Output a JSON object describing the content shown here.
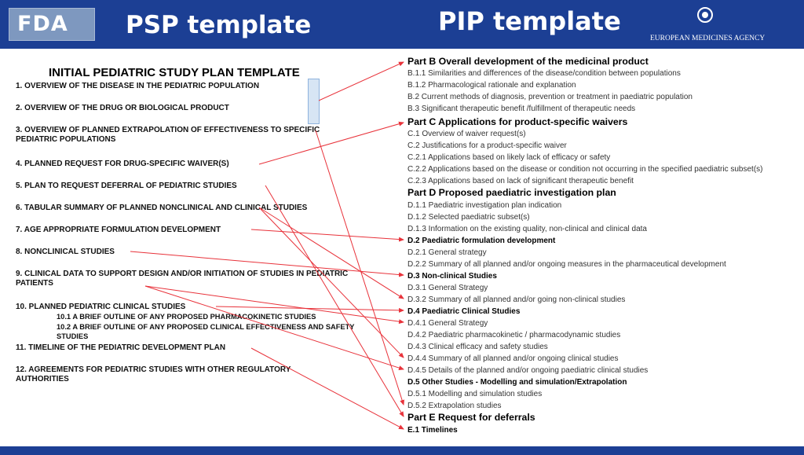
{
  "banner": {
    "fda_logo_text": "FDA",
    "psp_title": "PSP template",
    "pip_title": "PIP template",
    "agency_name": "EUROPEAN MEDICINES AGENCY"
  },
  "psp": {
    "heading": "INITIAL PEDIATRIC STUDY PLAN TEMPLATE",
    "items": [
      {
        "text": "1.   OVERVIEW OF THE DISEASE IN THE PEDIATRIC POPULATION"
      },
      {
        "text": "2. OVERVIEW OF THE DRUG OR BIOLOGICAL PRODUCT"
      },
      {
        "text": "3. OVERVIEW OF PLANNED EXTRAPOLATION OF EFFECTIVENESS TO SPECIFIC PEDIATRIC POPULATIONS"
      },
      {
        "text": "4. PLANNED REQUEST FOR DRUG-SPECIFIC WAIVER(S)"
      },
      {
        "text": "5. PLAN TO REQUEST DEFERRAL OF PEDIATRIC STUDIES"
      },
      {
        "text": "6. TABULAR SUMMARY OF PLANNED NONCLINICAL AND CLINICAL STUDIES"
      },
      {
        "text": "7. AGE APPROPRIATE FORMULATION DEVELOPMENT"
      },
      {
        "text": "8. NONCLINICAL  STUDIES"
      },
      {
        "text": "9. CLINICAL DATA TO SUPPORT DESIGN AND/OR INITIATION OF STUDIES IN PEDIATRIC PATIENTS"
      },
      {
        "text": "10.  PLANNED PEDIATRIC CLINICAL STUDIES"
      },
      {
        "text": "10.1 A BRIEF OUTLINE OF ANY PROPOSED PHARMACOKINETIC STUDIES"
      },
      {
        "text": "10.2 A BRIEF OUTLINE OF ANY PROPOSED CLINICAL EFFECTIVENESS AND SAFETY STUDIES"
      },
      {
        "text": "11. TIMELINE OF THE PEDIATRIC DEVELOPMENT PLAN"
      },
      {
        "text": "12. AGREEMENTS FOR PEDIATRIC STUDIES WITH OTHER REGULATORY AUTHORITIES"
      }
    ]
  },
  "pip": {
    "items": [
      {
        "text": "Part B Overall development of the medicinal product"
      },
      {
        "text": "B.1.1 Similarities and differences of the disease/condition  between populations"
      },
      {
        "text": "B.1.2 Pharmacological rationale and explanation"
      },
      {
        "text": "B.2   Current methods of diagnosis, prevention or treatment in paediatric population"
      },
      {
        "text": "B.3   Significant therapeutic benefit /fulfillment of therapeutic needs"
      },
      {
        "text": "Part C Applications for product-specific waivers"
      },
      {
        "text": "C.1   Overview of waiver request(s)"
      },
      {
        "text": "C.2   Justifications for a product-specific waiver"
      },
      {
        "text": "C.2.1 Applications based on likely lack of efficacy or safety"
      },
      {
        "text": "C.2.2  Applications based on the disease or condition not occurring in the specified paediatric subset(s)"
      },
      {
        "text": "C.2.3 Applications based on lack of significant therapeutic benefit"
      },
      {
        "text": "Part D Proposed paediatric investigation plan"
      },
      {
        "text": "D.1.1  Paediatric investigation plan indication"
      },
      {
        "text": "D.1.2  Selected paediatric subset(s)"
      },
      {
        "text": "D.1.3  Information on the existing quality, non-clinical and clinical data"
      },
      {
        "text": "D.2 Paediatric formulation development"
      },
      {
        "text": "D.2.1 General strategy"
      },
      {
        "text": "D.2.2 Summary of all planned and/or ongoing measures in the pharmaceutical development"
      },
      {
        "text": "D.3 Non-clinical Studies"
      },
      {
        "text": "D.3.1  General  Strategy"
      },
      {
        "text": "D.3.2  Summary of all planned and/or going non-clinical studies"
      },
      {
        "text": "D.4 Paediatric Clinical Studies"
      },
      {
        "text": "D.4.1 General Strategy"
      },
      {
        "text": "D.4.2 Paediatric pharmacokinetic  / pharmacodynamic studies"
      },
      {
        "text": "D.4.3 Clinical efficacy and safety studies"
      },
      {
        "text": "D.4.4 Summary of all planned and/or ongoing clinical studies"
      },
      {
        "text": "D.4.5 Details of the planned and/or ongoing paediatric clinical studies"
      },
      {
        "text": "D.5 Other Studies - Modelling and simulation/Extrapolation"
      },
      {
        "text": "D.5.1 Modelling and simulation studies"
      },
      {
        "text": "D.5.2 Extrapolation  studies"
      },
      {
        "text": "Part E Request for deferrals"
      },
      {
        "text": "E.1 Timelines"
      }
    ]
  },
  "colors": {
    "banner": "#1c3f94",
    "arrow": "#e8323a",
    "bracket": "#d7e5f4"
  }
}
